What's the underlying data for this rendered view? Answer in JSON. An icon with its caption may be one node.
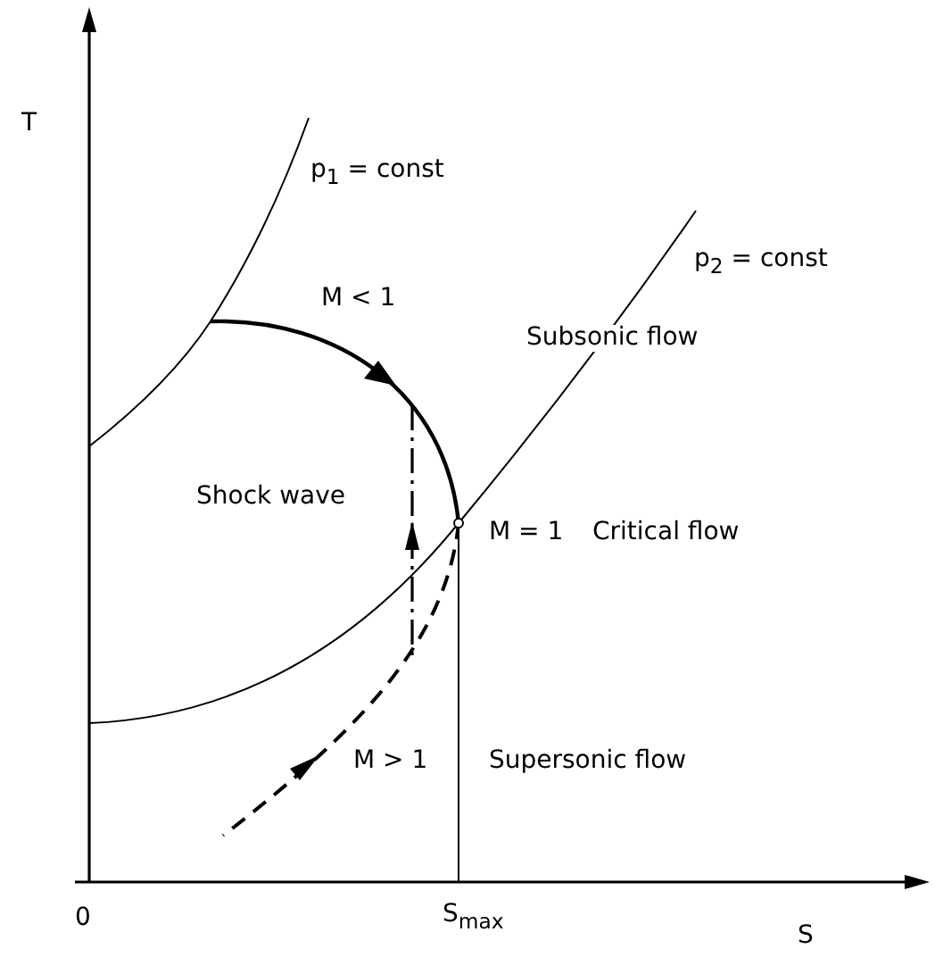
{
  "diagram": {
    "labels": [
      "T",
      "p$_{1}$ = const",
      "p$_{2}$ = const",
      "M < 1",
      "Subsonic flow",
      "Shock wave",
      "M = 1",
      "Critical flow",
      "M > 1",
      "Supersonic flow",
      "0",
      "S$_{max}$",
      "S"
    ]
  }
}
